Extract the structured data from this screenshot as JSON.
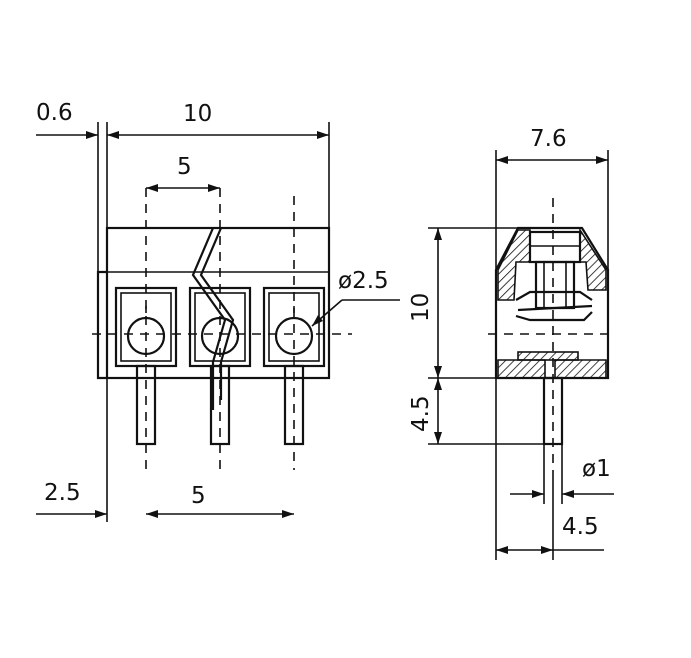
{
  "dimensions": {
    "pitch_offset": "0.6",
    "overall_width": "10",
    "pitch_top": "5",
    "hole_diameter": "ø2.5",
    "side_width": "7.6",
    "body_height": "10",
    "pin_length": "4.5",
    "pin_diameter": "ø1",
    "pin_offset": "4.5",
    "edge_offset": "2.5",
    "pitch_bottom": "5"
  }
}
